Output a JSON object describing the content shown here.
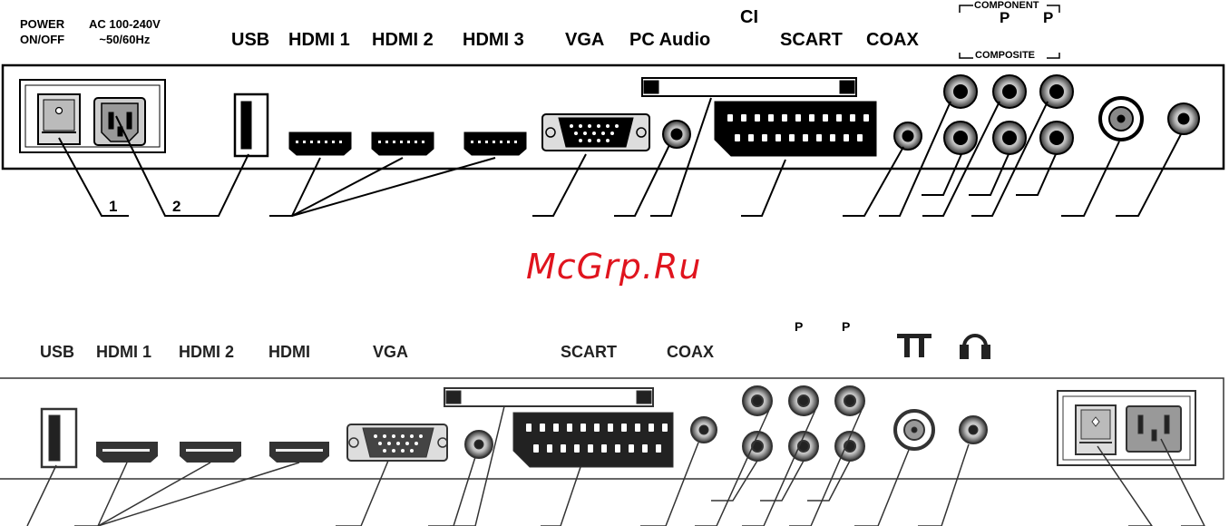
{
  "top_panel": {
    "labels": {
      "power": [
        "POWER",
        "ON/OFF"
      ],
      "ac": [
        "AC 100-240V",
        "~50/60Hz"
      ],
      "usb": "USB",
      "hdmi1": "HDMI 1",
      "hdmi2": "HDMI 2",
      "hdmi3": "HDMI 3",
      "vga": "VGA",
      "pc_audio": "PC Audio",
      "ci": "CI",
      "scart": "SCART",
      "coax": "COAX",
      "component": "COMPONENT",
      "component_p1": "P",
      "component_p2": "P",
      "composite": "COMPOSITE"
    },
    "callouts": [
      "1",
      "2"
    ]
  },
  "watermark": "McGrp.Ru",
  "bottom_panel": {
    "labels": {
      "usb": "USB",
      "hdmi1": "HDMI 1",
      "hdmi2": "HDMI 2",
      "hdmi": "HDMI",
      "vga": "VGA",
      "scart": "SCART",
      "coax": "COAX",
      "p1": "P",
      "p2": "P"
    },
    "icons": [
      "antenna-icon",
      "headphones-icon"
    ]
  }
}
